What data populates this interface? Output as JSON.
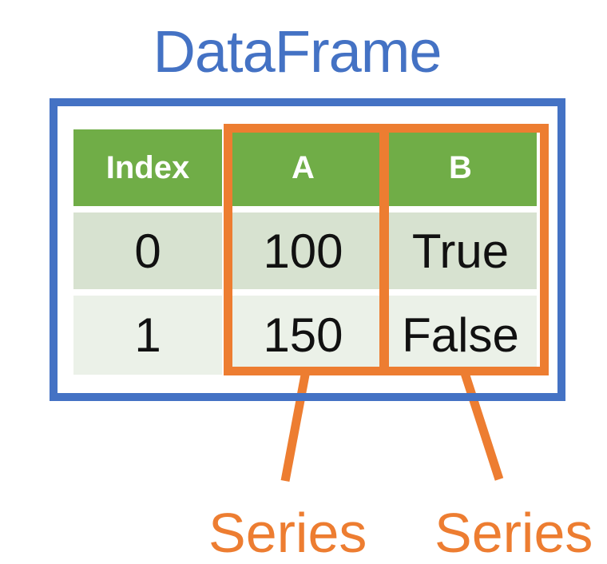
{
  "title": "DataFrame",
  "table": {
    "headers": [
      "Index",
      "A",
      "B"
    ],
    "rows": [
      [
        "0",
        "100",
        "True"
      ],
      [
        "1",
        "150",
        "False"
      ]
    ]
  },
  "series_labels": {
    "a": "Series",
    "b": "Series"
  },
  "colors": {
    "blue": "#4472C4",
    "green": "#70AD47",
    "orange": "#ED7D31",
    "row_odd": "#D7E2D0",
    "row_even": "#EBF1E8"
  }
}
